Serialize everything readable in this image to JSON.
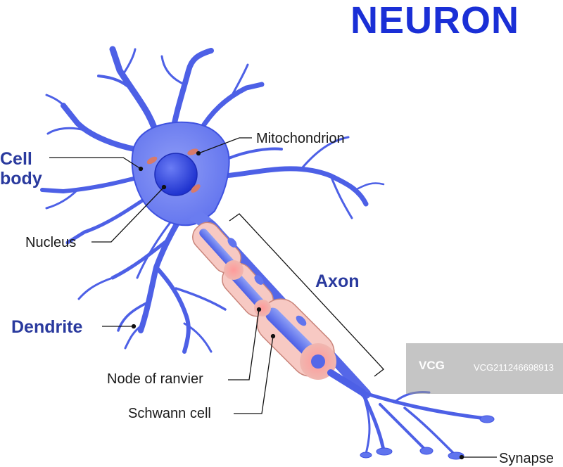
{
  "title": "NEURON",
  "labels": {
    "cell_body": [
      "Cell",
      "body"
    ],
    "mitochondrion": "Mitochondrion",
    "nucleus": "Nucleus",
    "axon": "Axon",
    "dendrite": "Dendrite",
    "node_of_ranvier": "Node of ranvier",
    "schwann_cell": "Schwann cell",
    "synapse": "Synapse"
  },
  "watermark": {
    "logo": "VCG",
    "text": "VCG211246698913"
  },
  "colors": {
    "title": "#1a2fd6",
    "neuron_fill": "#6b7ff0",
    "neuron_stroke": "#3040c8",
    "nucleus": "#2a3fd6",
    "myelin": "#f7c9c3",
    "node": "#f48a8a",
    "label_heading": "#2a3a9e"
  }
}
